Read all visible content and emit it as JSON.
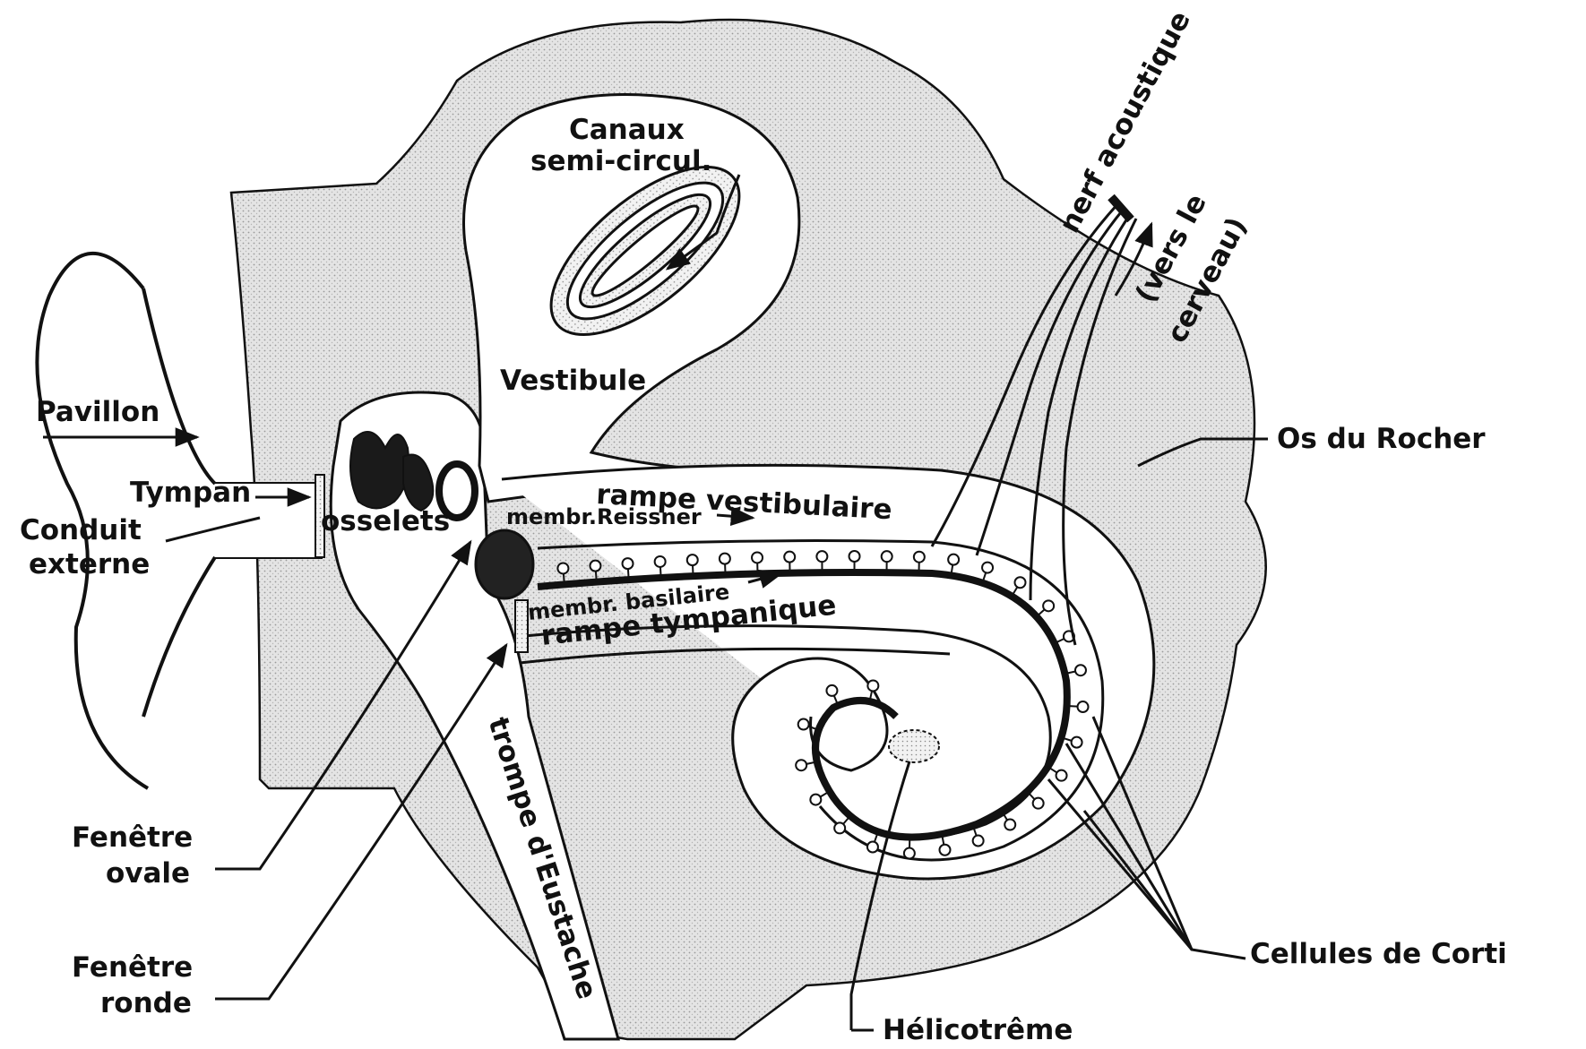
{
  "diagram": {
    "labels": {
      "pavillon": "Pavillon",
      "tympan": "Tympan",
      "conduit_1": "Conduit",
      "conduit_2": "externe",
      "osselets": "osselets",
      "canaux_1": "Canaux",
      "canaux_2": "semi-circul.",
      "vestibule": "Vestibule",
      "rampe_vestibulaire": "rampe vestibulaire",
      "membr_reissner": "membr.Reissner",
      "membr_basilaire": "membr. basilaire",
      "rampe_tympanique": "rampe tympanique",
      "nerf_acoustique": "nerf acoustique",
      "vers_le": "(vers le",
      "cerveau": "cerveau)",
      "os_du_rocher": "Os du Rocher",
      "fenetre_ovale_1": "Fenêtre",
      "fenetre_ovale_2": "ovale",
      "fenetre_ronde_1": "Fenêtre",
      "fenetre_ronde_2": "ronde",
      "trompe": "trompe d'Eustache",
      "helicotreme": "Hélicotrême",
      "cellules_corti": "Cellules de Corti"
    },
    "colors": {
      "ink": "#111111",
      "bone_fill": "#e2e2e2",
      "paper": "#ffffff",
      "ossicle_dark": "#1a1a1a"
    }
  }
}
